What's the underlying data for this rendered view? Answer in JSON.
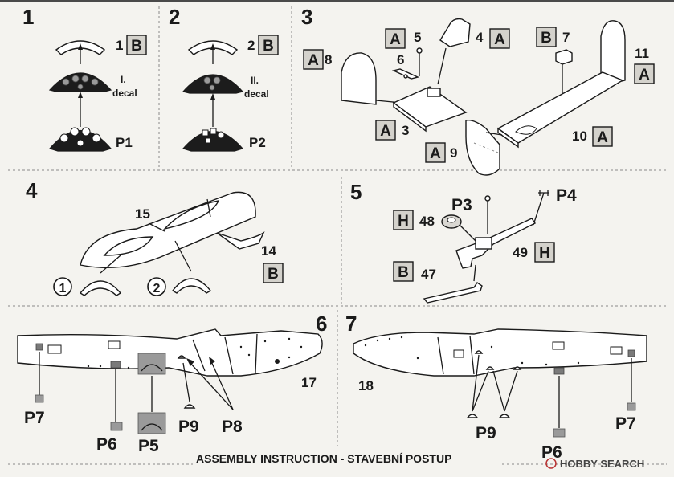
{
  "sheet_title": "ASSEMBLY INSTRUCTION - STAVEBNÍ POSTUP",
  "watermark": "HOBBY SEARCH",
  "steps": {
    "s1": {
      "num": "1",
      "part_top": "1",
      "part_top_sprue": "B",
      "decal_label_1": "I.",
      "decal_label_2": "decal",
      "part_bottom": "P1"
    },
    "s2": {
      "num": "2",
      "part_top": "2",
      "part_top_sprue": "B",
      "decal_label_1": "II.",
      "decal_label_2": "decal",
      "part_bottom": "P2"
    },
    "s3": {
      "num": "3",
      "parts": [
        {
          "id": "8",
          "sprue": "A"
        },
        {
          "id": "5",
          "sprue": "A"
        },
        {
          "id": "6",
          "sprue": ""
        },
        {
          "id": "4",
          "sprue": "A"
        },
        {
          "id": "7",
          "sprue": "B"
        },
        {
          "id": "11",
          "sprue": "A"
        },
        {
          "id": "3",
          "sprue": "A"
        },
        {
          "id": "9",
          "sprue": "A"
        },
        {
          "id": "10",
          "sprue": "A"
        }
      ]
    },
    "s4": {
      "num": "4",
      "part_canopy": "15",
      "part_14": "14",
      "part_14_sprue": "B",
      "option_1": "1",
      "option_2": "2"
    },
    "s5": {
      "num": "5",
      "p3": "P3",
      "p4": "P4",
      "p48": "48",
      "p48_sprue": "H",
      "p49": "49",
      "p49_sprue": "H",
      "p47": "47",
      "p47_sprue": "B"
    },
    "s6": {
      "num": "6",
      "fuselage": "17",
      "p7": "P7",
      "p6": "P6",
      "p5": "P5",
      "p9": "P9",
      "p8": "P8"
    },
    "s7": {
      "num": "7",
      "fuselage": "18",
      "p9": "P9",
      "p6": "P6",
      "p7": "P7"
    }
  }
}
